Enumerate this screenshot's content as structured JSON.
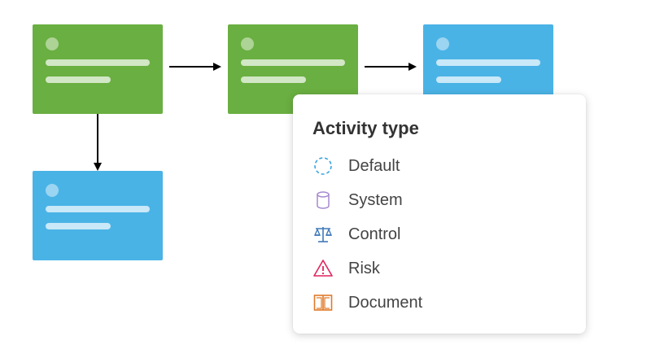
{
  "colors": {
    "green": "#6aaf41",
    "blue": "#4ab3e6",
    "arrow": "#000000"
  },
  "flow": {
    "cards": [
      {
        "id": "a",
        "color": "green"
      },
      {
        "id": "b",
        "color": "green"
      },
      {
        "id": "c",
        "color": "blue"
      },
      {
        "id": "d",
        "color": "blue"
      }
    ],
    "edges": [
      {
        "from": "a",
        "to": "b"
      },
      {
        "from": "b",
        "to": "c"
      },
      {
        "from": "a",
        "to": "d"
      }
    ]
  },
  "legend": {
    "title": "Activity type",
    "items": [
      {
        "label": "Default",
        "icon": "dashed-circle-icon",
        "color": "#3aa3e0"
      },
      {
        "label": "System",
        "icon": "database-icon",
        "color": "#a68ad0"
      },
      {
        "label": "Control",
        "icon": "scales-icon",
        "color": "#3f79b8"
      },
      {
        "label": "Risk",
        "icon": "warning-icon",
        "color": "#e0245e"
      },
      {
        "label": "Document",
        "icon": "book-icon",
        "color": "#e07a2a"
      }
    ]
  }
}
